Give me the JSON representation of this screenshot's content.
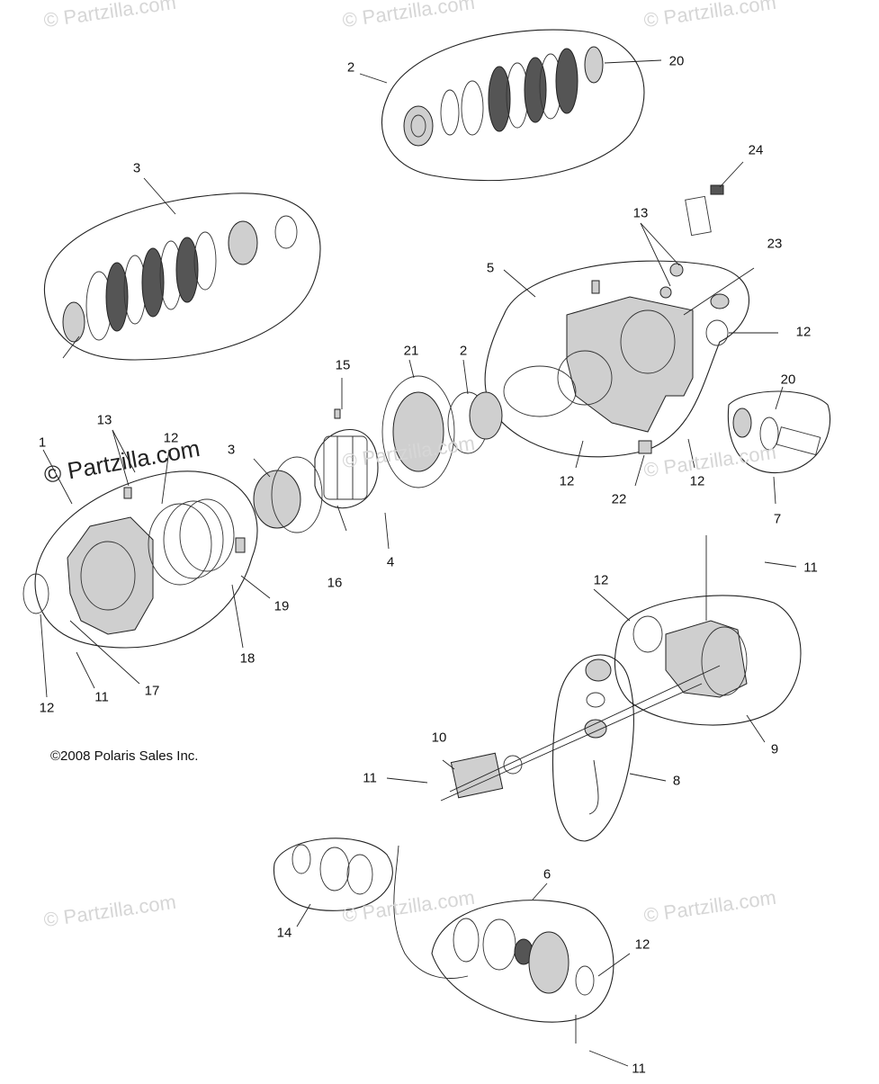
{
  "watermarks": [
    {
      "text": "© Partzilla.com"
    },
    {
      "text": "© Partzilla.com"
    },
    {
      "text": "© Partzilla.com"
    },
    {
      "text": "© Partzilla.com"
    },
    {
      "text": "© Partzilla.com"
    },
    {
      "text": "© Partzilla.com"
    },
    {
      "text": "© Partzilla.com"
    },
    {
      "text": "© Partzilla.com"
    }
  ],
  "overlay_watermark": "© Partzilla.com",
  "copyright": "©2008 Polaris Sales Inc.",
  "callouts": [
    "2",
    "20",
    "3",
    "24",
    "13",
    "23",
    "5",
    "12",
    "20",
    "21",
    "2",
    "15",
    "13",
    "1",
    "12",
    "3",
    "12",
    "22",
    "12",
    "7",
    "4",
    "16",
    "19",
    "18",
    "11",
    "12",
    "12",
    "17",
    "11",
    "12",
    "9",
    "10",
    "11",
    "8",
    "6",
    "14",
    "12",
    "11"
  ]
}
